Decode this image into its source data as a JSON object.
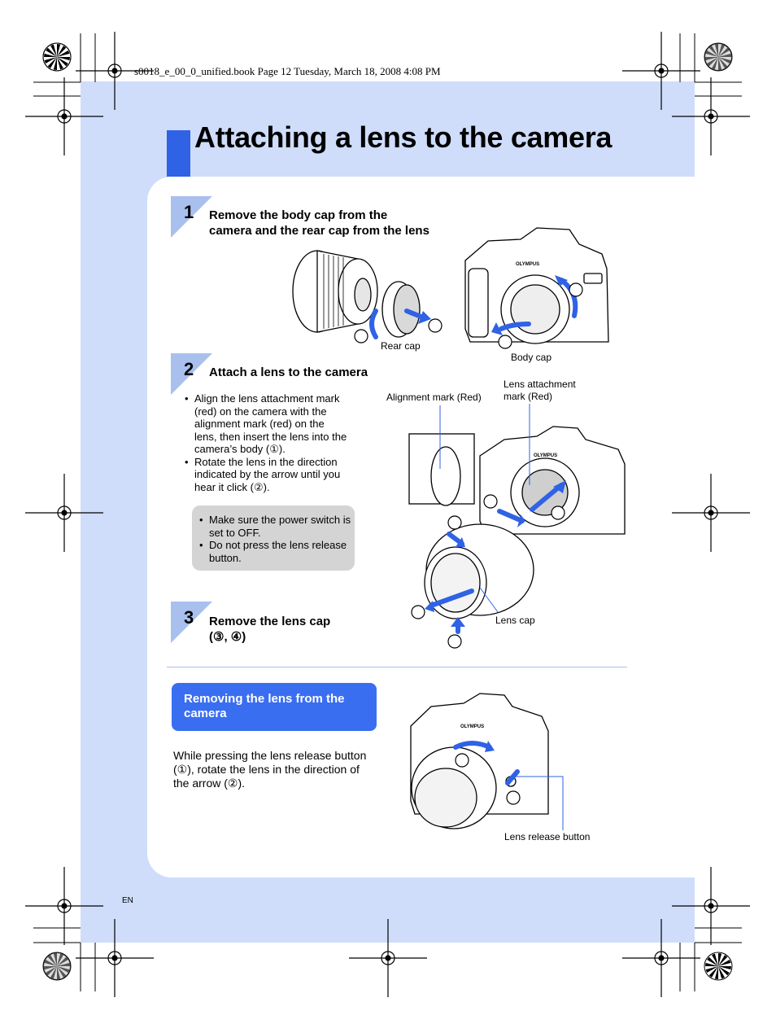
{
  "print_header": "s0018_e_00_0_unified.book  Page 12  Tuesday, March 18, 2008  4:08 PM",
  "title": "Attaching a lens to the camera",
  "steps": [
    {
      "number": "1",
      "title_line1": "Remove the body cap from the",
      "title_line2": "camera and the rear cap from the lens"
    },
    {
      "number": "2",
      "title_line1": "Attach a lens to the camera"
    },
    {
      "number": "3",
      "title_line1": "Remove the lens cap",
      "title_line2": "(③, ④)"
    }
  ],
  "step2_bullets": [
    "Align the lens attachment mark (red) on the camera with the alignment mark (red) on the lens, then insert the lens into the camera’s body (①).",
    "Rotate the lens in the direction indicated by the arrow until you hear it click (②)."
  ],
  "notes": [
    "Make sure the power switch is set to OFF.",
    "Do not press the lens release button."
  ],
  "figure_labels": {
    "rear_cap": "Rear cap",
    "body_cap": "Body cap",
    "alignment_mark": "Alignment mark (Red)",
    "lens_attachment_mark_line1": "Lens attachment",
    "lens_attachment_mark_line2": "mark (Red)",
    "lens_cap": "Lens cap",
    "lens_release_button": "Lens release button",
    "brand": "OLYMPUS"
  },
  "subsection": {
    "title": "Removing the lens from the camera",
    "text": "While pressing the lens release button (①), rotate the lens in the direction of the arrow (②)."
  },
  "page_language": "EN",
  "colors": {
    "page_background": "#cfddfb",
    "title_accent": "#2f62e5",
    "subsection_box": "#3a6ef0",
    "arrow": "#2f62e5",
    "note_box": "#d4d4d4"
  }
}
